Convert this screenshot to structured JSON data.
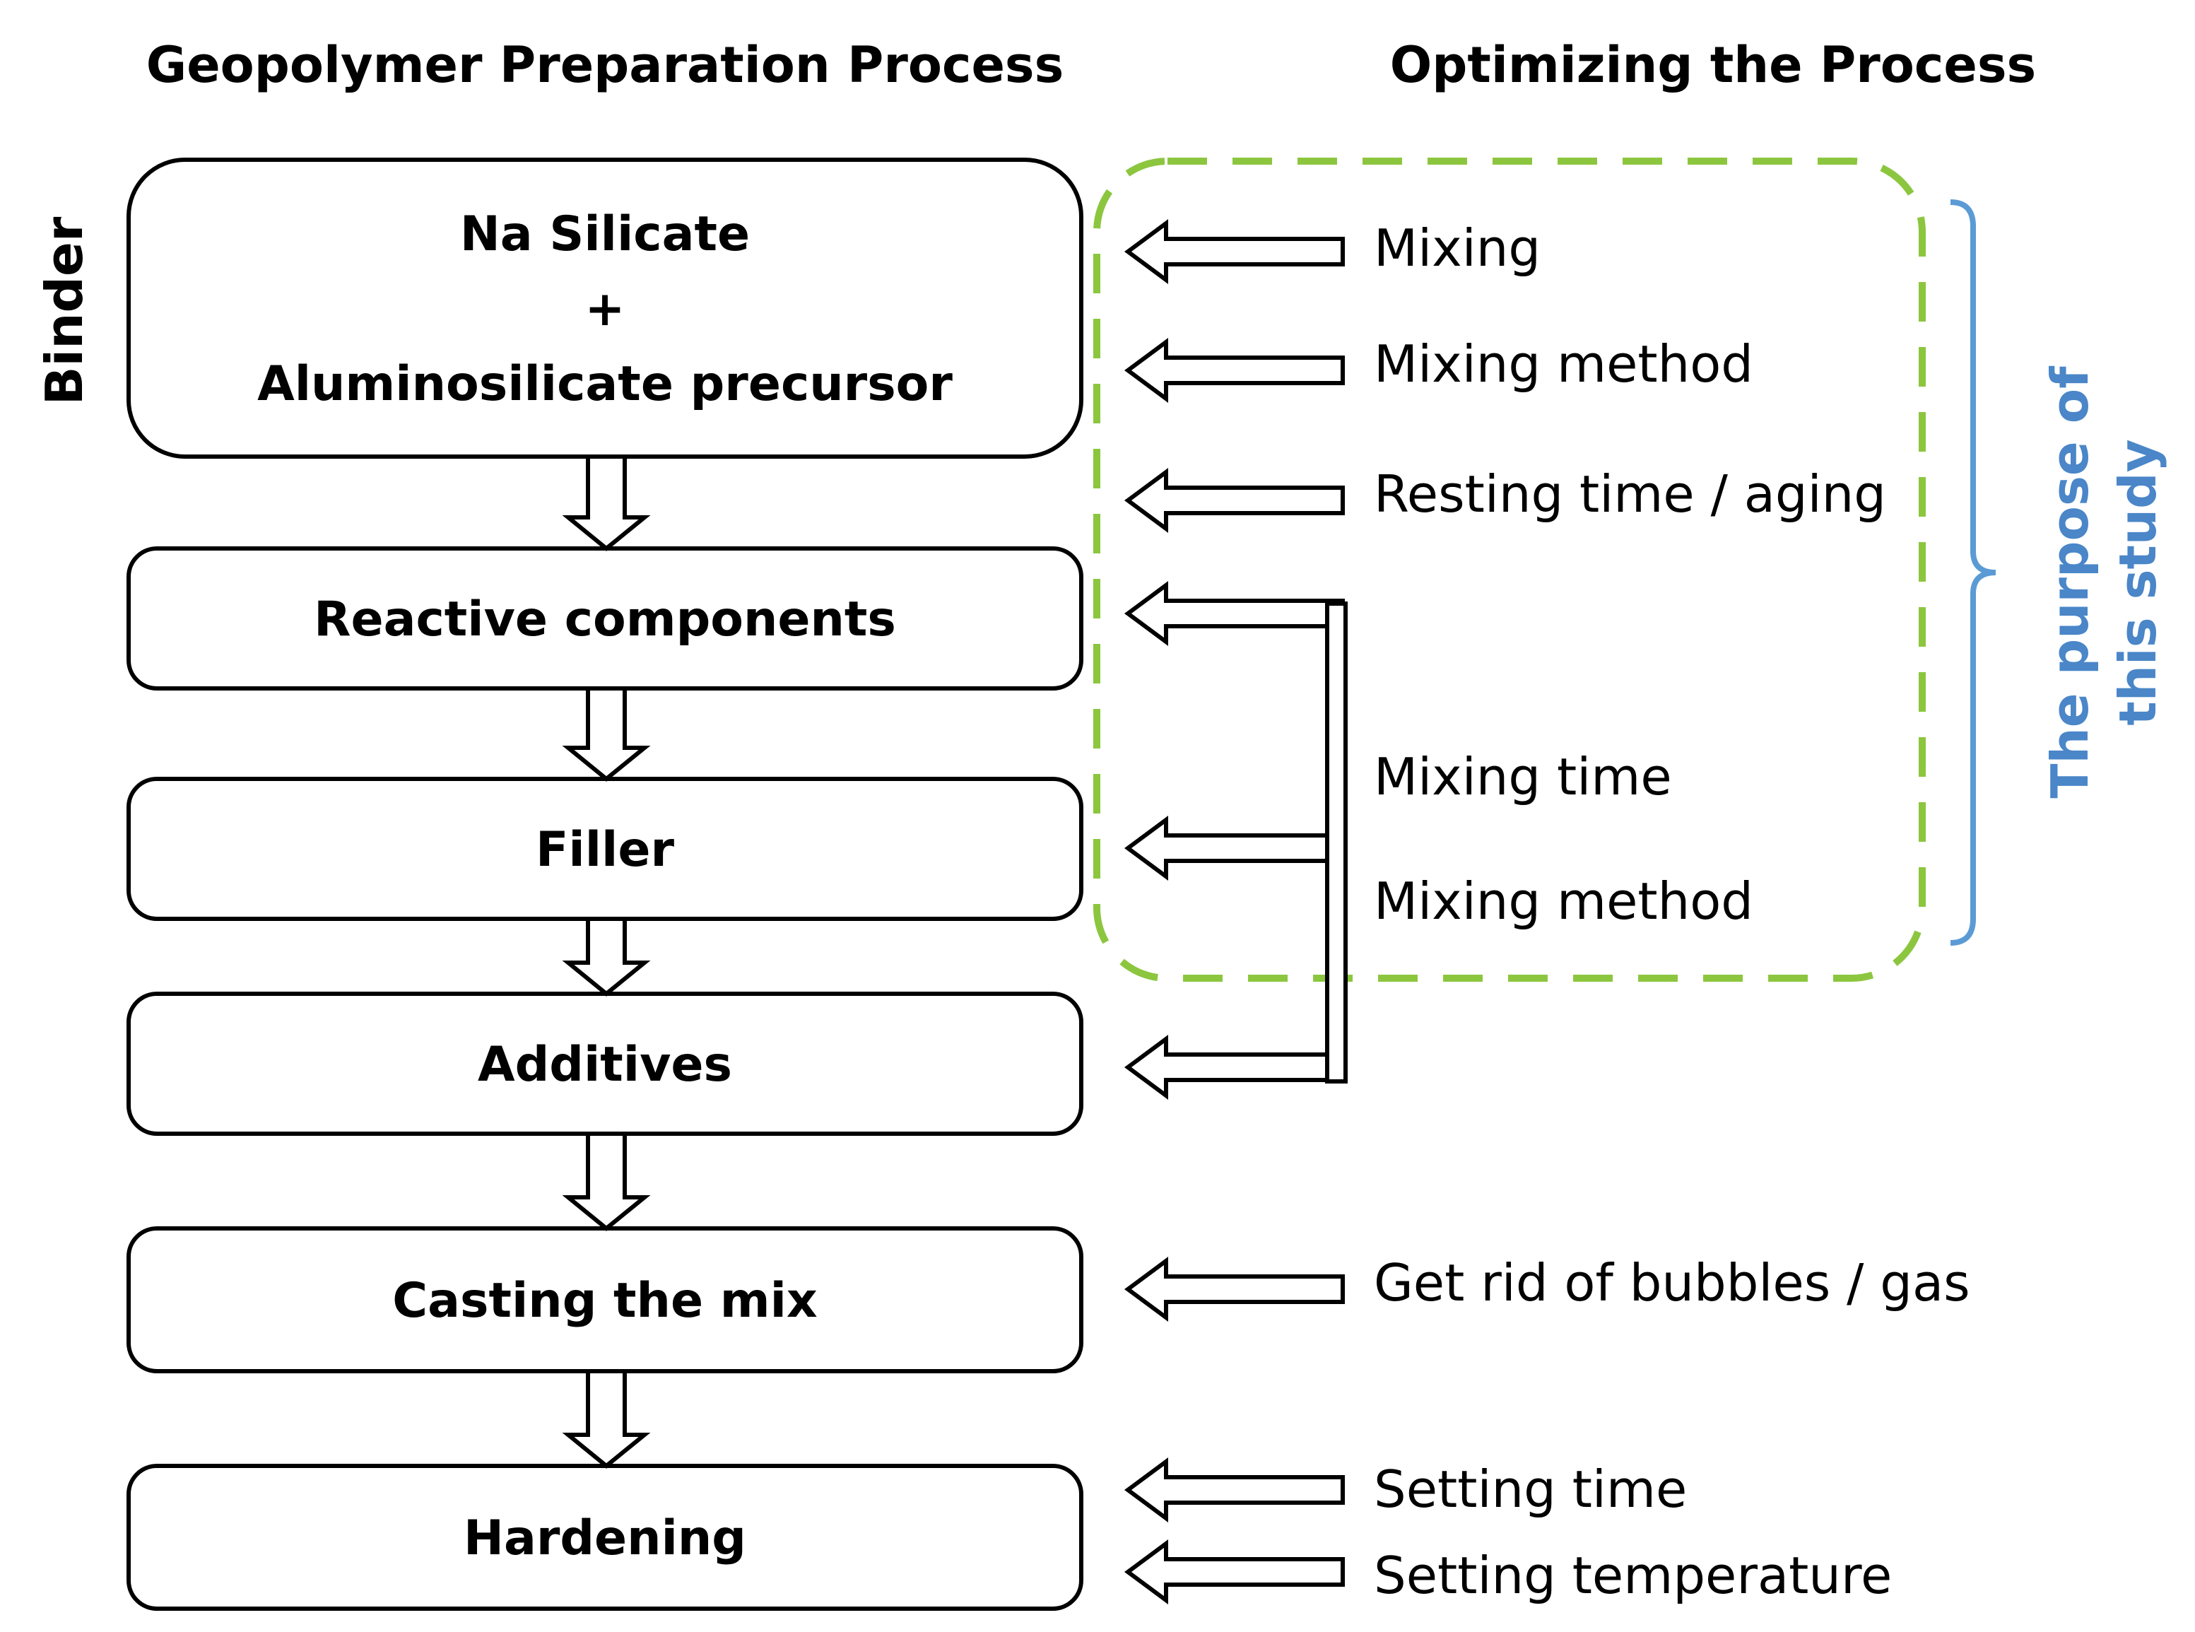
{
  "titles": {
    "left": "Geopolymer Preparation Process",
    "right": "Optimizing the Process"
  },
  "side_label": "Binder",
  "process_steps": [
    {
      "lines": [
        "Na Silicate",
        "+",
        "Aluminosilicate precursor"
      ]
    },
    {
      "lines": [
        "Reactive components"
      ]
    },
    {
      "lines": [
        "Filler"
      ]
    },
    {
      "lines": [
        "Additives"
      ]
    },
    {
      "lines": [
        "Casting the mix"
      ]
    },
    {
      "lines": [
        "Hardening"
      ]
    }
  ],
  "optimization_labels": [
    "Mixing",
    "Mixing method",
    "Resting time / aging",
    "Mixing time",
    "Mixing method",
    "Get rid of bubbles / gas",
    "Setting time",
    "Setting temperature"
  ],
  "study_label": [
    "The purpose of",
    "this study"
  ],
  "colors": {
    "dashed_region": "#8CC63F",
    "brace": "#5B9BD5",
    "study_label": "#4A86C8",
    "stroke": "#000000"
  }
}
